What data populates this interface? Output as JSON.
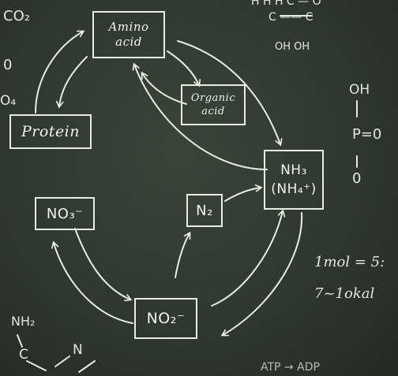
{
  "nodes": {
    "amino_acid": {
      "line1": "Amino",
      "line2": "acid"
    },
    "organic_acid": {
      "line1": "Organic",
      "line2": "acid"
    },
    "protein": {
      "label": "Protein"
    },
    "ammonia": {
      "line1": "NH₃",
      "line2": "(NH₄⁺)"
    },
    "nitrate": {
      "label": "NO₃⁻"
    },
    "nitrogen": {
      "label": "N₂"
    },
    "nitrite": {
      "label": "NO₂⁻"
    }
  },
  "scribbles": {
    "co2": "CO₂",
    "zero_left": "0",
    "o4": "O₄",
    "phosphate_oh": "OH",
    "phosphate_p": "P=0",
    "phosphate_o": "0",
    "top_struct_1": "H   H   H   C — O",
    "top_struct_2": "C —— C",
    "top_struct_3": "OH    OH",
    "nh2": "NH₂",
    "c_bottom": "C",
    "n_bottom": "N",
    "mol_line1": "1mol = 5:",
    "mol_line2": "7~1okal",
    "bottom_text": "ATP → ADP"
  },
  "colors": {
    "board": "#2f382f",
    "chalk": "#eef0e6"
  }
}
